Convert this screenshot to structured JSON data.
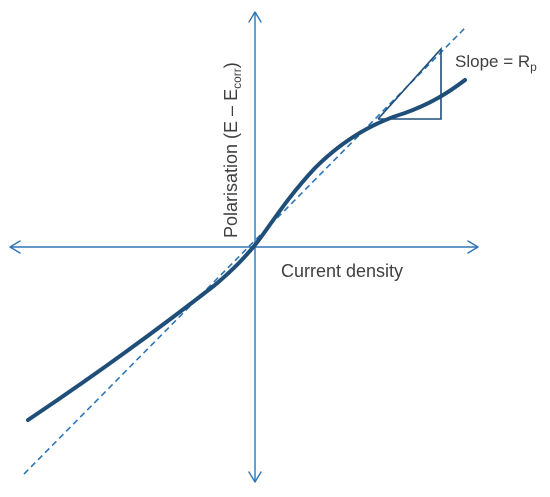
{
  "labels": {
    "y_axis_prefix": "Polarisation (E – E",
    "y_axis_subscript": "corr",
    "y_axis_suffix": ")",
    "x_axis": "Current density",
    "slope_prefix": "Slope = R",
    "slope_subscript": "p"
  },
  "colors": {
    "axis": "#2E75B6",
    "curve": "#1F4E79",
    "tangent": "#2E75B6",
    "text": "#404040"
  }
}
